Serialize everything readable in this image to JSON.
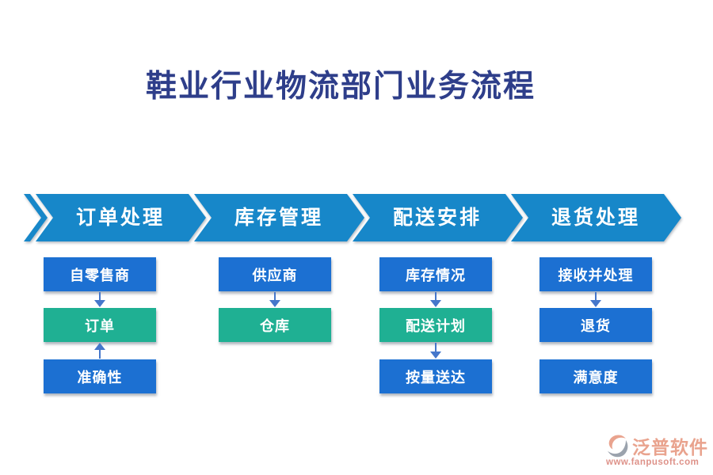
{
  "title": "鞋业行业物流部门业务流程",
  "colors": {
    "chevron_blue": "#1787c9",
    "box_blue": "#1c70d2",
    "box_green": "#1fb093",
    "arrow_blue": "#4577cb",
    "title_navy": "#2e3e8a",
    "logo_salmon": "#e9a38e",
    "logo_url": "#de9289",
    "logo_gray": "#9ba3ad"
  },
  "stages": [
    {
      "header": "订单处理",
      "boxes": [
        {
          "label": "自零售商",
          "color": "blue"
        },
        {
          "label": "订单",
          "color": "green"
        },
        {
          "label": "准确性",
          "color": "blue"
        }
      ],
      "connectors": [
        "down",
        "up"
      ]
    },
    {
      "header": "库存管理",
      "boxes": [
        {
          "label": "供应商",
          "color": "blue"
        },
        {
          "label": "仓库",
          "color": "green"
        }
      ],
      "connectors": [
        "down"
      ]
    },
    {
      "header": "配送安排",
      "boxes": [
        {
          "label": "库存情况",
          "color": "blue"
        },
        {
          "label": "配送计划",
          "color": "green"
        },
        {
          "label": "按量送达",
          "color": "blue"
        }
      ],
      "connectors": [
        "down",
        "down"
      ]
    },
    {
      "header": "退货处理",
      "boxes": [
        {
          "label": "接收并处理",
          "color": "blue"
        },
        {
          "label": "退货",
          "color": "blue"
        },
        {
          "label": "满意度",
          "color": "blue"
        }
      ],
      "connectors": [
        "down",
        "none"
      ]
    }
  ],
  "watermark": {
    "name": "泛普软件",
    "url": "www.fanpusoft.com"
  }
}
